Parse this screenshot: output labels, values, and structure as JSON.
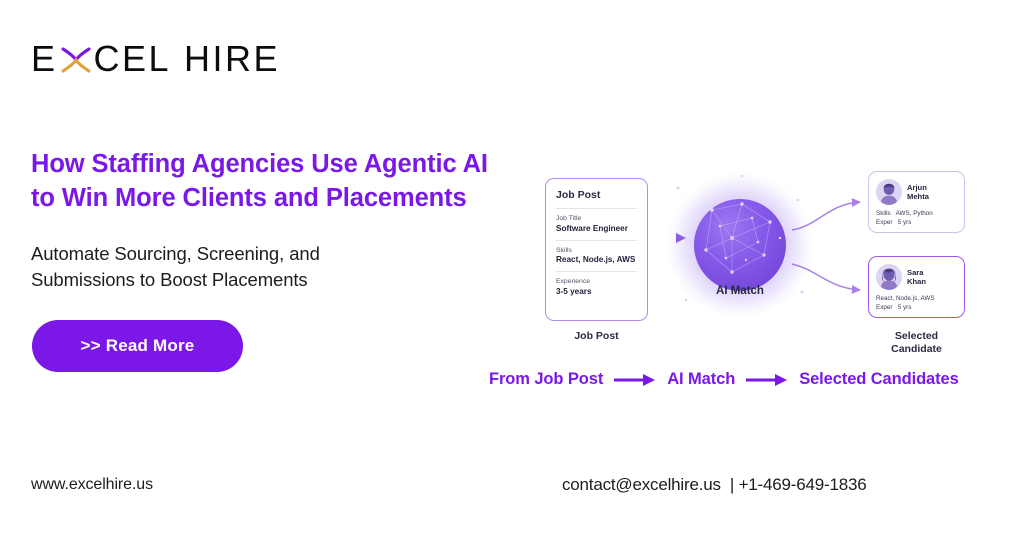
{
  "brand": {
    "name_part1": "E",
    "x_icon": "stylized-x",
    "name_part2": "CEL",
    "name_part3": "HIRE",
    "accent_purple": "#7b18e8",
    "accent_orange": "#e2a33c"
  },
  "hero": {
    "headline_line1": "How Staffing Agencies Use Agentic AI",
    "headline_line2": "to Win More Clients and Placements",
    "subhead_line1": "Automate Sourcing, Screening, and",
    "subhead_line2": "Submissions to Boost Placements",
    "cta_label": ">> Read More"
  },
  "diagram": {
    "job_card": {
      "title": "Job Post",
      "fields": [
        {
          "label": "Job Title",
          "value": "Software Engineer"
        },
        {
          "label": "Skills",
          "value": "React, Node.js, AWS"
        },
        {
          "label": "Experience",
          "value": "3-5 years"
        }
      ]
    },
    "job_caption": "Job Post",
    "ai_caption": "AI Match",
    "candidates": [
      {
        "first_name": "Arjun",
        "last_name": "Mehta",
        "skills_line": "Skills   AWS, Python",
        "exper_line": "Exper   5 yrs"
      },
      {
        "first_name": "Sara",
        "last_name": "Khan",
        "skills_line": "React, Node.js, AWS",
        "exper_line": "Exper   5 yrs"
      }
    ],
    "selected_caption_line1": "Selected",
    "selected_caption_line2": "Candidate",
    "flow": {
      "step1": "From Job Post",
      "step2": "AI Match",
      "step3": "Selected Candidates"
    }
  },
  "footer": {
    "website": "www.excelhire.us",
    "contact": "contact@excelhire.us  | +1-469-649-1836"
  }
}
